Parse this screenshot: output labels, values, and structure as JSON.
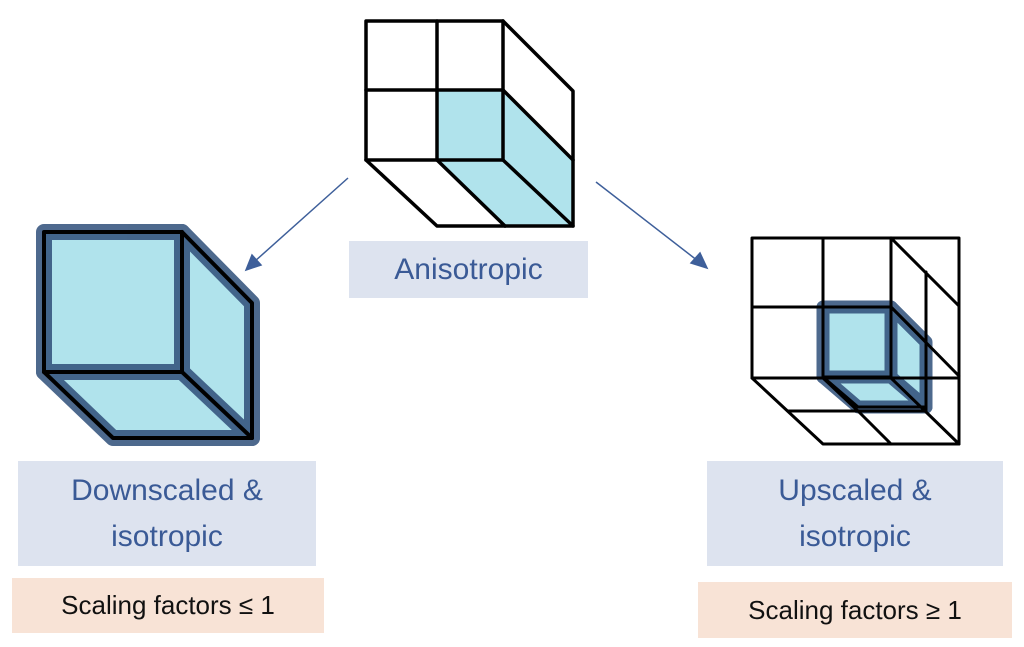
{
  "colors": {
    "fill": "#b0e3ec",
    "edge": "#000000",
    "highlight": "#2f4f7a",
    "arrow": "#3e5f9a",
    "label_text": "#3a5a96",
    "label_bg": "#dde3ef",
    "factor_bg": "#f8e3d6"
  },
  "center": {
    "label": "Anisotropic"
  },
  "left": {
    "label_line1": "Downscaled &",
    "label_line2": "isotropic",
    "factor": "Scaling factors ≤ 1"
  },
  "right": {
    "label_line1": "Upscaled &",
    "label_line2": "isotropic",
    "factor": "Scaling factors ≥ 1"
  }
}
